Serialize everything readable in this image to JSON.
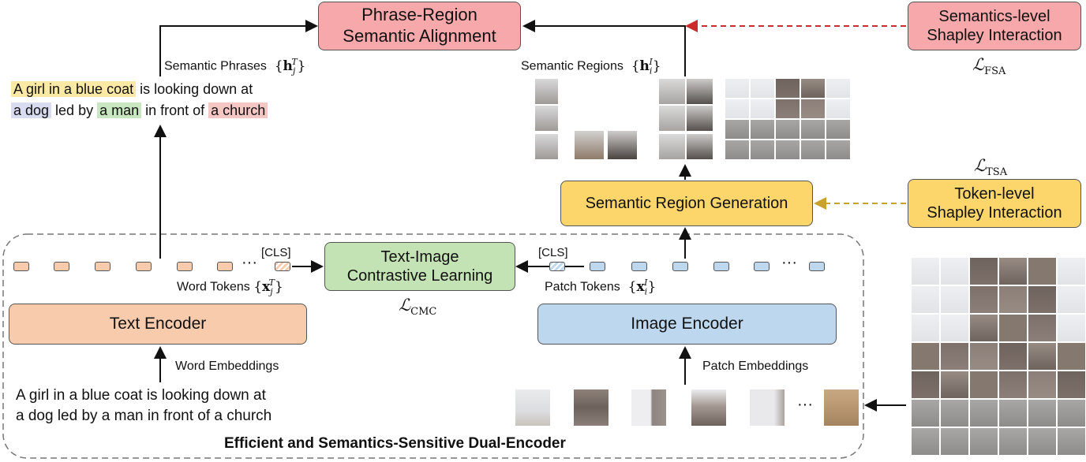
{
  "boxes": {
    "phrase_region_line1": "Phrase-Region",
    "phrase_region_line2": "Semantic Alignment",
    "semantics_shapley_line1": "Semantics-level",
    "semantics_shapley_line2": "Shapley Interaction",
    "token_shapley_line1": "Token-level",
    "token_shapley_line2": "Shapley Interaction",
    "semantic_region_generation": "Semantic Region Generation",
    "text_image_cl_line1": "Text-Image",
    "text_image_cl_line2": "Contrastive Learning",
    "text_encoder": "Text Encoder",
    "image_encoder": "Image Encoder"
  },
  "losses": {
    "fsa": "FSA",
    "tsa": "TSA",
    "cmc": "CMC"
  },
  "labels": {
    "semantic_phrases": "Semantic Phrases",
    "semantic_regions": "Semantic Regions",
    "word_tokens": "Word Tokens",
    "patch_tokens": "Patch Tokens",
    "word_embeddings": "Word Embeddings",
    "patch_embeddings": "Patch Embeddings",
    "cls_text": "[CLS]",
    "cls_image": "[CLS]",
    "ellipsis": "···",
    "dual_encoder": "Efficient and Semantics-Sensitive Dual-Encoder"
  },
  "phrases_highlighted": {
    "p1": "A girl in a blue coat",
    "p1_rest": " is looking down at",
    "p2": "a dog",
    "p2_rest": " led by ",
    "p3": "a man",
    "p3_rest": " in front of ",
    "p4": "a church"
  },
  "caption": {
    "line1": "A girl in a blue coat is looking down at",
    "line2": "a dog led by a man in front of a church"
  },
  "colors": {
    "red_box": "#f7a8aa",
    "yellow_box": "#fdd66b",
    "green_box": "#c4e3b4",
    "orange_box": "#f8cbad",
    "blue_box": "#bdd7ee",
    "hl_yellow": "#fde9a6",
    "hl_blue": "#d9dcf1",
    "hl_green": "#c8e6c0",
    "hl_red": "#f4c6c4",
    "red_dash": "#cc2b2b",
    "yellow_dash": "#c9a22b"
  }
}
